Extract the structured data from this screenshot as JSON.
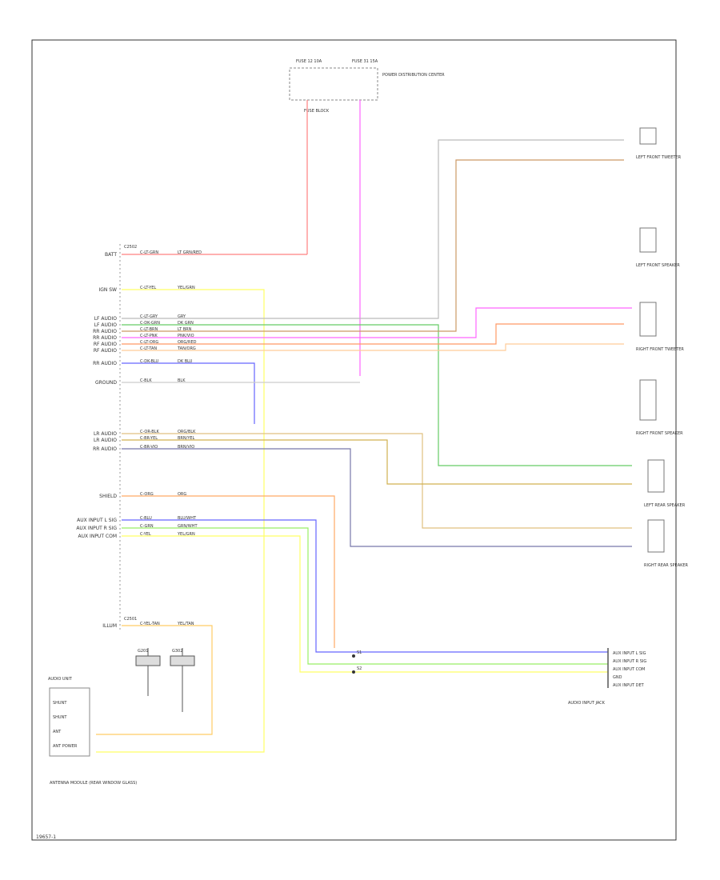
{
  "radio_pins": [
    {
      "label": "BATT",
      "code": "C-LT-GRN",
      "wire": "LT GRN/RED",
      "color": "#ff8080"
    },
    {
      "label": "IGN SW",
      "code": "C-LT-YEL",
      "wire": "YEL/GRN",
      "color": "#ffff66"
    },
    {
      "label": "LF AUDIO",
      "code": "C-LT-GRY",
      "wire": "GRY",
      "color": "#bbbbbb"
    },
    {
      "label": "LF AUDIO",
      "code": "C-DK-GRN",
      "wire": "DK GRN",
      "color": "#66cc66"
    },
    {
      "label": "RR AUDIO",
      "code": "C-LT-BRN",
      "wire": "LT BRN",
      "color": "#cc9966"
    },
    {
      "label": "RR AUDIO",
      "code": "C-LT-PNK",
      "wire": "PNK/VIO",
      "color": "#ff66ff"
    },
    {
      "label": "RF AUDIO",
      "code": "C-LT-ORG",
      "wire": "ORG/RED",
      "color": "#ff9966"
    },
    {
      "label": "RF AUDIO",
      "code": "C-LT-TAN",
      "wire": "TAN/ORG",
      "color": "#ffcc99"
    },
    {
      "label": "RR AUDIO",
      "code": "C-DK-BLU",
      "wire": "DK BLU",
      "color": "#6666ff"
    },
    {
      "label": "GROUND",
      "code": "C-BLK",
      "wire": "BLK",
      "color": "#cccccc"
    },
    {
      "label": "LR AUDIO",
      "code": "C-OR-BLK",
      "wire": "ORG/BLK",
      "color": "#e0c080"
    },
    {
      "label": "LR AUDIO",
      "code": "C-BR-YEL",
      "wire": "BRN/YEL",
      "color": "#d0b050"
    },
    {
      "label": "RR AUDIO",
      "code": "C-BR-VIO",
      "wire": "BRN/VIO",
      "color": "#7777aa"
    },
    {
      "label": "SHIELD",
      "code": "C-ORG",
      "wire": "ORG",
      "color": "#ffaa66"
    },
    {
      "label": "AUX INPUT L SIG",
      "code": "C-BLU",
      "wire": "BLU/WHT",
      "color": "#6666ff"
    },
    {
      "label": "AUX INPUT R SIG",
      "code": "C-GRN",
      "wire": "GRN/WHT",
      "color": "#99ee66"
    },
    {
      "label": "AUX INPUT COM",
      "code": "C-YEL",
      "wire": "YEL/GRN",
      "color": "#ffff66"
    },
    {
      "label": "ILLUM",
      "code": "C-YEL-TAN",
      "wire": "YEL/TAN",
      "color": "#ffcc66"
    }
  ],
  "connector_ids": [
    "C2502",
    "C2501"
  ],
  "fuse_block": {
    "label": "FUSE BLOCK",
    "fuse1": "FUSE 12 10A",
    "fuse2": "FUSE 31 15A",
    "note": "POWER DISTRIBUTION CENTER"
  },
  "splices": [
    "S1",
    "S2"
  ],
  "speakers": [
    {
      "name": "LEFT FRONT TWEETER"
    },
    {
      "name": "LEFT FRONT SPEAKER"
    },
    {
      "name": "RIGHT FRONT TWEETER"
    },
    {
      "name": "RIGHT FRONT SPEAKER"
    },
    {
      "name": "LEFT REAR SPEAKER"
    },
    {
      "name": "RIGHT REAR SPEAKER"
    }
  ],
  "aux_input_jack": {
    "label": "AUDIO INPUT JACK",
    "pins": [
      "AUX INPUT L SIG",
      "AUX INPUT R SIG",
      "AUX INPUT COM",
      "GND",
      "AUX INPUT DET"
    ]
  },
  "audio_unit": {
    "label": "AUDIO UNIT",
    "pins": [
      "SHUNT",
      "SHUNT",
      "ANT",
      "ANT POWER"
    ]
  },
  "antenna_module": {
    "label": "ANTENNA MODULE (REAR WINDOW GLASS)"
  },
  "ground_labels": [
    "G201",
    "G302"
  ],
  "page_id": "19657-1"
}
